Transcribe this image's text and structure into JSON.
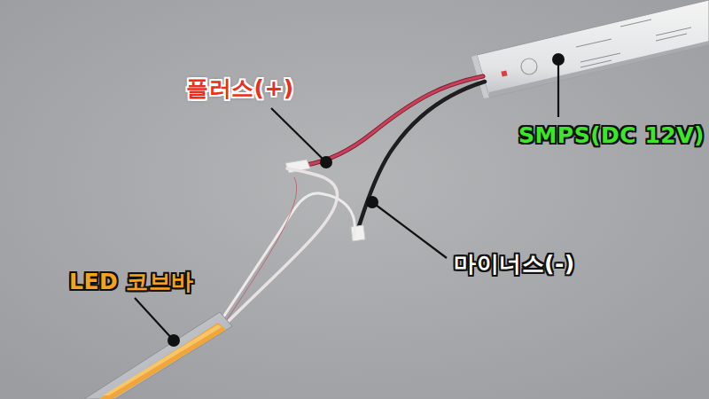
{
  "diagram": {
    "labels": [
      "플러스(+)",
      "SMPS(DC 12V)",
      "마이너스(-)",
      "LED 코브바"
    ]
  }
}
